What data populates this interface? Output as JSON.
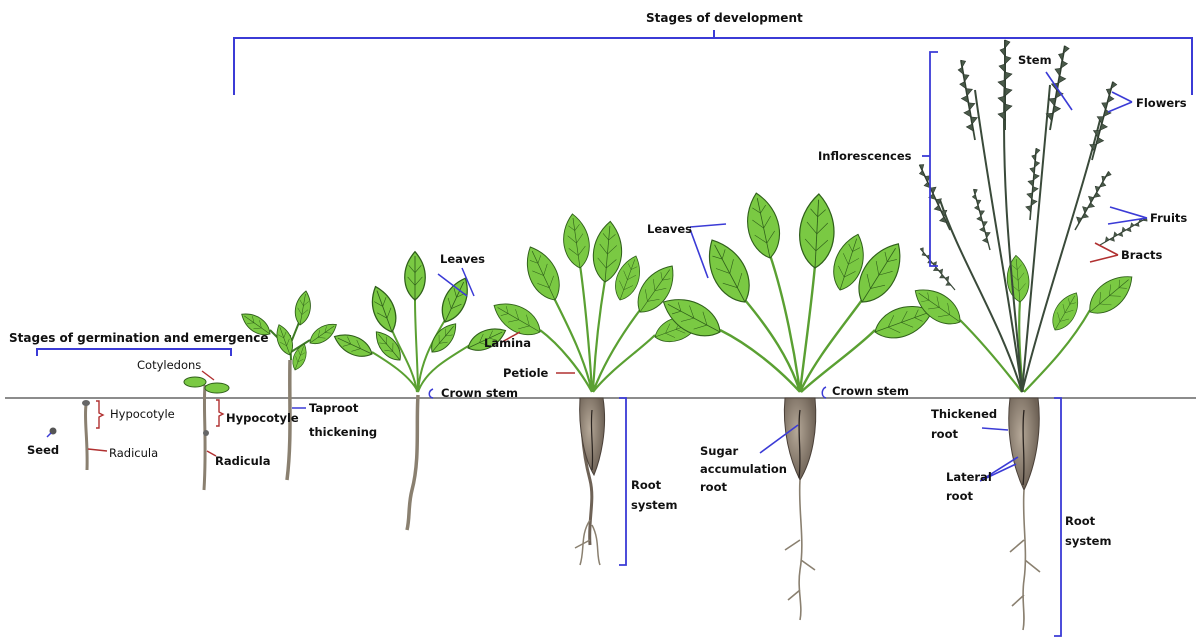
{
  "headings": {
    "development": "Stages of development",
    "germination": "Stages of germination and emergence"
  },
  "labels": {
    "seed": "Seed",
    "hypocotyle_1": "Hypocotyle",
    "radicula_1": "Radicula",
    "cotyledons": "Cotyledons",
    "hypocotyle_2": "Hypocotyle",
    "radicula_2": "Radicula",
    "taproot_1": "Taproot",
    "taproot_2": "thickening",
    "leaves_1": "Leaves",
    "crown_stem_1": "Crown stem",
    "lamina": "Lamina",
    "petiole": "Petiole",
    "root_system_a1": "Root",
    "root_system_a2": "system",
    "leaves_2": "Leaves",
    "sugar_1": "Sugar",
    "sugar_2": "accumulation",
    "sugar_3": "root",
    "crown_stem_2": "Crown stem",
    "stem": "Stem",
    "flowers": "Flowers",
    "inflorescences": "Inflorescences",
    "fruits": "Fruits",
    "bracts": "Bracts",
    "thickened_1": "Thickened",
    "thickened_2": "root",
    "lateral_1": "Lateral",
    "lateral_2": "root",
    "root_system_b1": "Root",
    "root_system_b2": "system"
  },
  "colors": {
    "bracket": "#3b3bd6",
    "pointer_red": "#b03030",
    "leaf": "#7ac943",
    "leaf_dark": "#2f5f1a",
    "root": "#9a8a7a",
    "inflorescence": "#4a5a4a"
  }
}
